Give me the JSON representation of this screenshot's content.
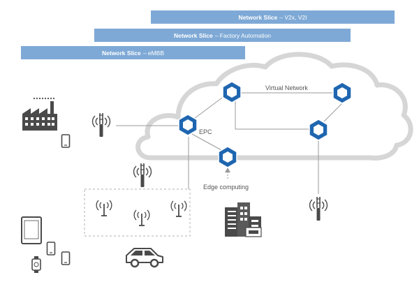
{
  "slices": [
    {
      "bold": "Network Slice",
      "rest": " – V2x, V2I"
    },
    {
      "bold": "Network Slice",
      "rest": " – Factory Automation"
    },
    {
      "bold": "Network Slice",
      "rest": " – eMBB"
    }
  ],
  "labels": {
    "virtual_network": "Virtual Network",
    "epc": "EPC",
    "edge_computing": "Edge computing"
  },
  "colors": {
    "slice_bar": "#7ea9d6",
    "node_blue": "#1f66b0",
    "cloud": "#d3d3d3",
    "icon": "#4a4a4a"
  },
  "icons": [
    "factory-icon",
    "smartphone-icon",
    "cell-tower-icon",
    "tablet-icon",
    "smartwatch-icon",
    "car-icon",
    "building-icon",
    "network-node-icon"
  ]
}
